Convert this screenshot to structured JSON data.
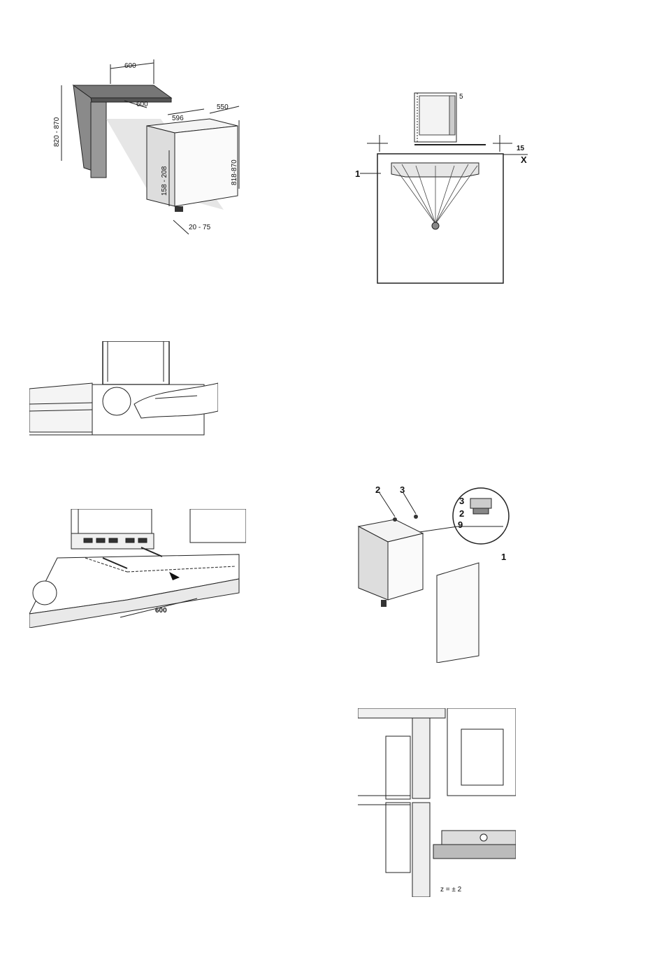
{
  "fig1": {
    "cabinet_width": "600",
    "cabinet_inner": "600",
    "cabinet_height": "820 - 870",
    "unit_width": "596",
    "unit_depth": "550",
    "unit_height": "818-870",
    "plinth_height": "158 - 208",
    "plinth_depth": "20 - 75"
  },
  "fig2": {
    "gap_top": "5",
    "offset": "15",
    "axis_label": "X",
    "bracket_label": "1"
  },
  "fig4": {
    "width_label": "600"
  },
  "fig5": {
    "label_2": "2",
    "label_3": "3",
    "detail_3": "3",
    "detail_2": "2",
    "detail_9": "9",
    "label_1": "1"
  },
  "fig6": {
    "tolerance": "z = ± 2"
  }
}
